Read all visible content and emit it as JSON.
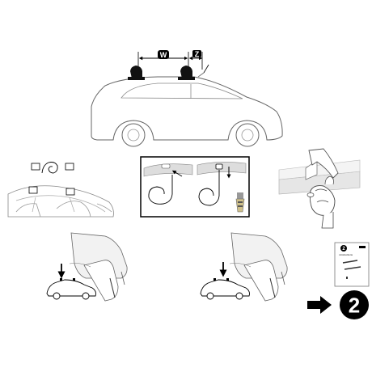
{
  "dimension_labels": {
    "width": "W",
    "offset": "Z"
  },
  "next_step": {
    "number": "2",
    "doc_step_number": "2",
    "doc_title": "i-Instructions"
  }
}
